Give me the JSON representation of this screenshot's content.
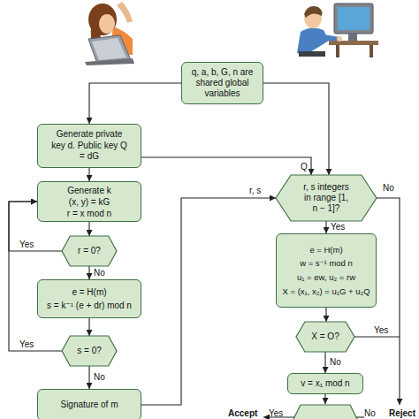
{
  "diagram": {
    "nodes": [
      {
        "text": [
          "q, a, b, G, n are shared global variables"
        ]
      },
      {
        "text": [
          "Generate private key d. Public key Q = dG"
        ]
      },
      {
        "text": [
          "Generate k",
          "(x, y) = kG",
          "r = x mod n"
        ]
      },
      {
        "text": [
          "r = 0?"
        ]
      },
      {
        "text": [
          "e = H(m)",
          "s = k⁻¹ (e + dr) mod n"
        ]
      },
      {
        "text": [
          "s = 0?"
        ]
      },
      {
        "text": [
          "Signature of m"
        ]
      },
      {
        "text": [
          "r, s integers in range [1, n − 1]?"
        ]
      },
      {
        "text": [
          "e = H(m)",
          "w = s⁻¹ mod n",
          "u₁ = ew, u₂ = rw",
          "X = (x₁, x₂) = u₁G + u₂Q"
        ]
      },
      {
        "text": [
          "X = O?"
        ]
      },
      {
        "text": [
          "v = x₁ mod n"
        ]
      }
    ],
    "edges": [
      {
        "from": 0,
        "to": 1,
        "arrow": "to"
      },
      {
        "from": 0,
        "to": 7,
        "arrow": "to"
      },
      {
        "from": 1,
        "to": 7,
        "label": "Q",
        "arrow": "to"
      },
      {
        "from": 1,
        "to": 2,
        "arrow": "to"
      },
      {
        "from": 2,
        "to": 3,
        "arrow": "to"
      },
      {
        "from": 3,
        "to": 2,
        "label": "Yes",
        "arrow": "to"
      },
      {
        "from": 3,
        "to": 4,
        "label": "No",
        "arrow": "to"
      },
      {
        "from": 4,
        "to": 5,
        "arrow": "to"
      },
      {
        "from": 5,
        "to": 2,
        "label": "Yes",
        "arrow": "to"
      },
      {
        "from": 5,
        "to": 6,
        "label": "No",
        "arrow": "to"
      },
      {
        "from": 6,
        "to": 7,
        "label": "r, s",
        "arrow": "to"
      },
      {
        "from": 7,
        "to": 8,
        "label": "Yes",
        "arrow": "to"
      },
      {
        "from": 8,
        "to": 9,
        "arrow": "to"
      },
      {
        "from": 9,
        "to": 10,
        "label": "No",
        "arrow": "to"
      }
    ],
    "labels": [
      "No",
      "Yes",
      "Accept",
      "Yes",
      "No",
      "Reject"
    ]
  }
}
